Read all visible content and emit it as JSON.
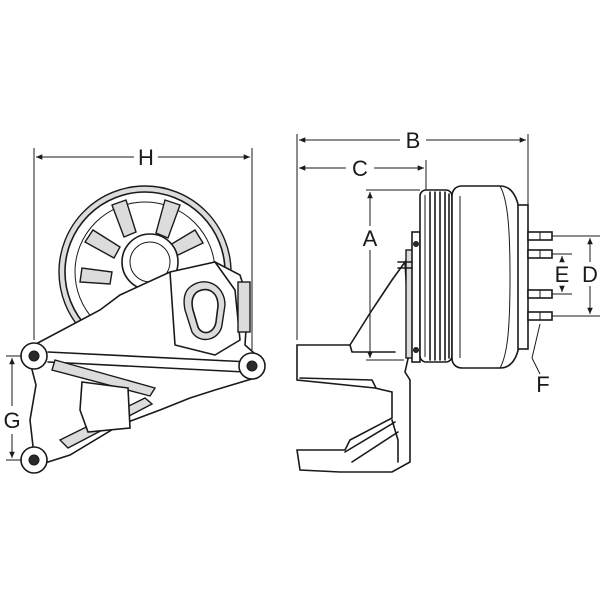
{
  "diagram": {
    "labels": {
      "A": "A",
      "B": "B",
      "C": "C",
      "D": "D",
      "E": "E",
      "F": "F",
      "G": "G",
      "H": "H"
    },
    "colors": {
      "line": "#1a1a1a",
      "shade": "#dcdcdc",
      "background": "#ffffff"
    }
  }
}
